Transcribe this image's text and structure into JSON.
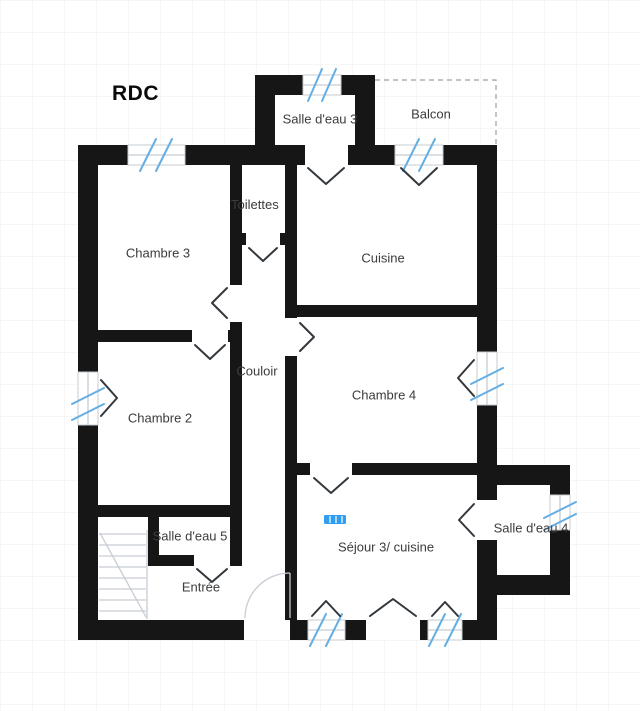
{
  "title": "RDC",
  "rooms": {
    "salle_eau_3": "Salle d'eau 3",
    "balcon": "Balcon",
    "toilettes": "Toilettes",
    "chambre_3": "Chambre 3",
    "cuisine": "Cuisine",
    "couloir": "Couloir",
    "chambre_2": "Chambre 2",
    "chambre_4": "Chambre 4",
    "salle_eau_5": "Salle d'eau 5",
    "entree": "Entrée",
    "sejour": "Séjour 3/ cuisine",
    "salle_eau_4": "Salle d'eau 4"
  },
  "colors": {
    "wall": "#161616",
    "window": "#64aee3",
    "door": "#33383d",
    "grid": "#ececec",
    "light": "#c7ccd3",
    "dash": "#9aa0a6",
    "text": "#3c3c3c",
    "radiator": "#2f9df2"
  }
}
